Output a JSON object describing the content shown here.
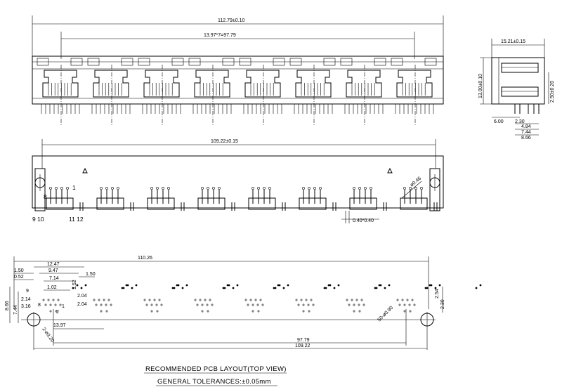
{
  "front_view": {
    "overall_width": "112.79±0.10",
    "port_pitch": "13.97*7=97.79",
    "ports": 8
  },
  "side_view": {
    "width": "15.21±0.15",
    "height": "13.00±0.10",
    "led_height": "2.50±0.20",
    "dims": [
      "6.00",
      "2.30",
      "4.84",
      "7.44",
      "8.66"
    ]
  },
  "bottom_view": {
    "width": "109.22±0.15",
    "pin_labels_left": "9 10",
    "pin_labels_mid": "11 12",
    "pin_label_1": "1",
    "pin_label_8": "8",
    "pin_width": "0.40*0.40",
    "hole_dia": "ø0.46"
  },
  "pcb_layout": {
    "top_dims": [
      "110.26",
      "12.47",
      "1.50",
      "0.52",
      "9.47",
      "7.14",
      "1.02",
      "1.50",
      "1.52",
      "2.04",
      "2.04"
    ],
    "left_dims": [
      "8.66",
      "7.44",
      "2.14",
      "3.16",
      "9"
    ],
    "right_dims": [
      "2.54",
      "2.30"
    ],
    "pitch_dim": "13.97",
    "pitch_total": "97.79",
    "bottom_total": "109.22",
    "hole_left": "2-ø3.20",
    "hole_right": "50-ø0.90",
    "small_labels": [
      "1",
      "2",
      "8"
    ]
  },
  "caption": {
    "title": "RECOMMENDED  PCB  LAYOUT(TOP  VIEW)",
    "tolerance": "GENERAL  TOLERANCES:±0.05mm"
  }
}
